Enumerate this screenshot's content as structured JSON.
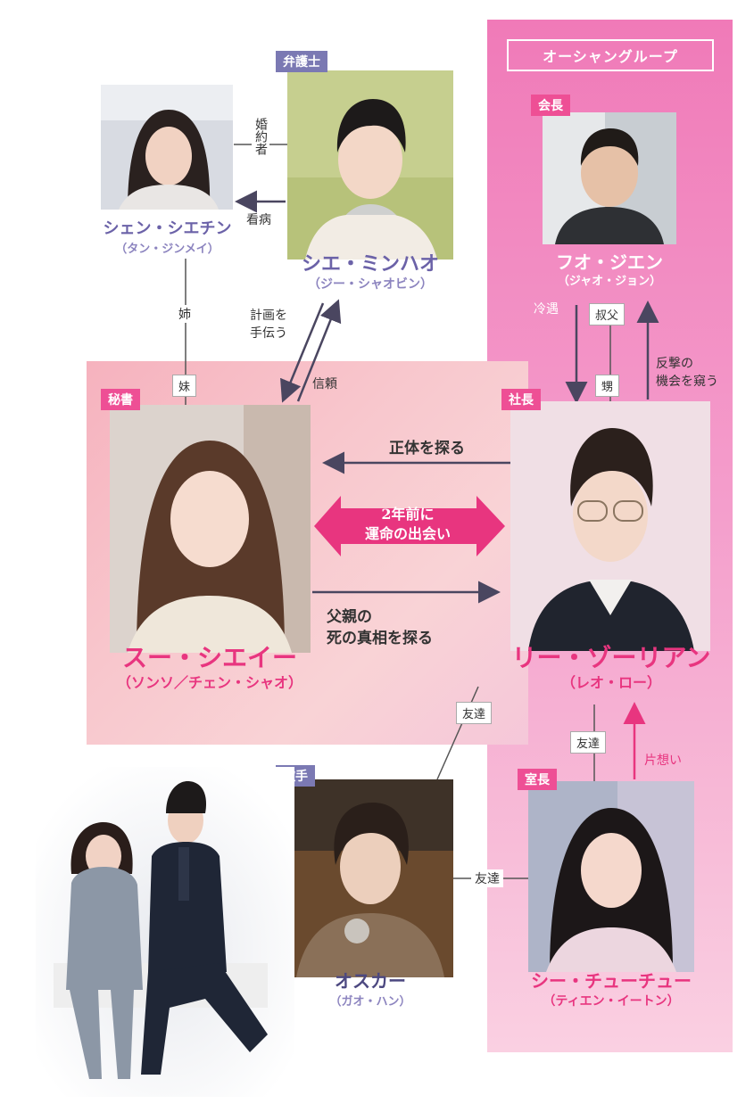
{
  "group": {
    "label": "オーシャングループ"
  },
  "characters": {
    "shen": {
      "name": "シェン・シエチン",
      "actor": "（タン・ジンメイ）"
    },
    "xie": {
      "role": "弁護士",
      "name": "シエ・ミンハオ",
      "actor": "（ジー・シャオビン）"
    },
    "huo": {
      "role": "会長",
      "name": "フオ・ジエン",
      "actor": "（ジャオ・ジョン）"
    },
    "su": {
      "role": "秘書",
      "name": "スー・シエイー",
      "actor": "（ソンソ／チェン・シャオ）"
    },
    "li": {
      "role": "社長",
      "name": "リー・ゾーリアン",
      "actor": "（レオ・ロー）"
    },
    "oscar": {
      "role": "歌手",
      "name": "オスカー",
      "actor": "（ガオ・ハン）"
    },
    "shi": {
      "role": "室長",
      "name": "シー・チューチュー",
      "actor": "（ティエン・イートン）"
    }
  },
  "relations": {
    "fiance": "婚約者",
    "nursing": "看病",
    "elder_sister": "姉",
    "younger_sister": "妹",
    "help_plan": [
      "計画を",
      "手伝う"
    ],
    "trust": "信頼",
    "cold_treatment": "冷遇",
    "uncle": "叔父",
    "nephew": "甥",
    "counterattack": [
      "反撃の",
      "機会を窺う"
    ],
    "probe_identity": "正体を探る",
    "fate_meeting": [
      "2年前に",
      "運命の出会い"
    ],
    "father_death": [
      "父親の",
      "死の真相を探る"
    ],
    "friend_oscar_li": "友達",
    "friend_li_shi": "友達",
    "friend_oscar_shi": "友達",
    "unrequited": "片想い"
  },
  "colors": {
    "pink_panel": "#f07ab8",
    "secretary_panel": "#f7c3cb",
    "purple": "#6b62a8",
    "pink_text": "#e8357f",
    "arrow": "#4a4660"
  }
}
